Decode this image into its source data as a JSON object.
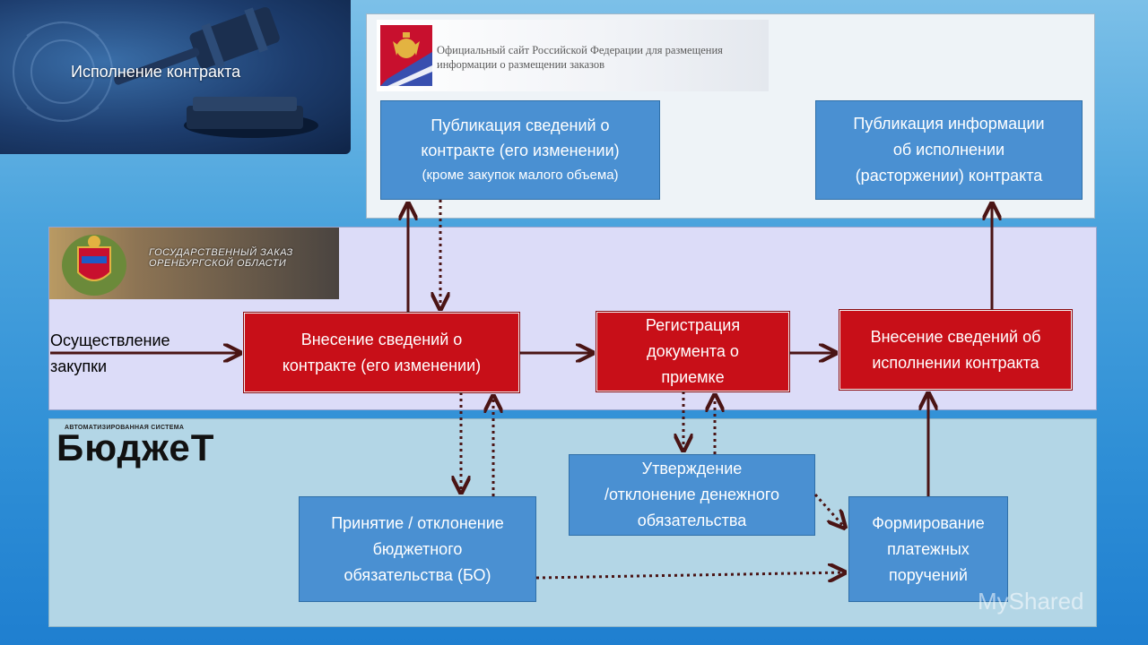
{
  "header": {
    "title": "Исполнение контракта"
  },
  "top_zone": {
    "banner_text": "Официальный сайт Российской Федерации для размещения информации о размещении заказов"
  },
  "mid_zone": {
    "banner_text": "ГОСУДАРСТВЕННЫЙ ЗАКАЗ ОРЕНБУРГСКОЙ ОБЛАСТИ",
    "side_label": "Осуществление\nзакупки"
  },
  "bot_zone": {
    "logo_subtitle": "АВТОМАТИЗИРОВАННАЯ СИСТЕМА",
    "logo_text": "БюджеТ"
  },
  "boxes": {
    "pub_contract_main": "Публикация сведений о\nконтракте (его изменении)",
    "pub_contract_note": "(кроме закупок малого объема)",
    "pub_execution": "Публикация информации\nоб исполнении\n(расторжении) контракта",
    "enter_contract": "Внесение сведений о\nконтракте (его изменении)",
    "register_doc": "Регистрация\nдокумента о\nприемке",
    "enter_execution": "Внесение сведений об\nисполнении контракта",
    "approve_obligation": "Утверждение\n/отклонение денежного\nобязательства",
    "accept_bo": "Принятие / отклонение\nбюджетного\nобязательства (БО)",
    "payment_orders": "Формирование\nплатежных\nпоручений"
  },
  "watermark": "MyShared",
  "colors": {
    "box_blue": "#4a90d2",
    "box_red": "#c80f18",
    "arrow": "#4a1414"
  }
}
